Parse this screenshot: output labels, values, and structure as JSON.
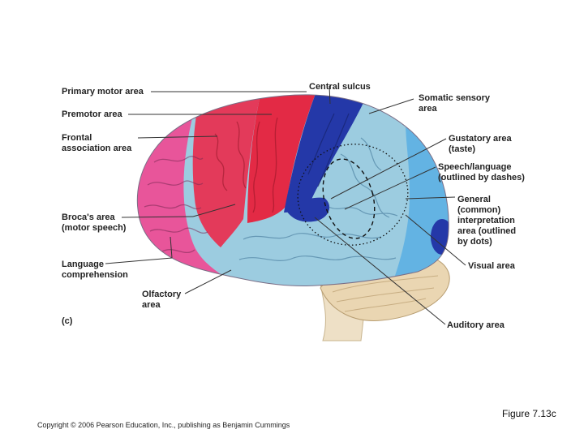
{
  "figure": {
    "panel_letter": "(c)",
    "figure_number": "Figure 7.13c",
    "copyright": "Copyright © 2006 Pearson Education, Inc., publishing as Benjamin Cummings"
  },
  "colors": {
    "frontal": "#e8559a",
    "motor": "#e32a45",
    "sensory": "#2438a8",
    "association": "#9ccce0",
    "visual": "#63b3e3",
    "cerebellum": "#ead6b2"
  },
  "labels": {
    "primary_motor": "Primary motor area",
    "premotor": "Premotor area",
    "frontal_association": "Frontal\nassociation area",
    "broca": "Broca's area\n(motor speech)",
    "language_comprehension": "Language\ncomprehension",
    "olfactory": "Olfactory\narea",
    "central_sulcus": "Central sulcus",
    "somatic_sensory": "Somatic sensory\narea",
    "gustatory": "Gustatory area\n(taste)",
    "speech_language": "Speech/language\n(outlined by dashes)",
    "general_interpretation": "General\n(common)\ninterpretation\narea (outlined\nby dots)",
    "visual": "Visual area",
    "auditory": "Auditory area"
  }
}
